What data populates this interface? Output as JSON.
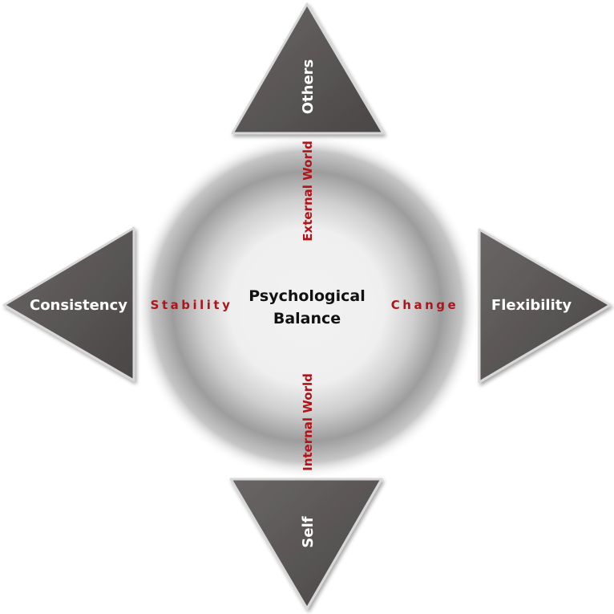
{
  "center": {
    "line1": "Psychological",
    "line2": "Balance"
  },
  "triangles": {
    "top": "Others",
    "bottom": "Self",
    "left": "Consistency",
    "right": "Flexibility"
  },
  "axis_labels": {
    "top": "External World",
    "bottom": "Internal World",
    "left": "Stability",
    "right": "Change"
  },
  "colors": {
    "triangle_fill": "#5b5757",
    "axis_label": "#b0141a",
    "center_text": "#111111"
  }
}
